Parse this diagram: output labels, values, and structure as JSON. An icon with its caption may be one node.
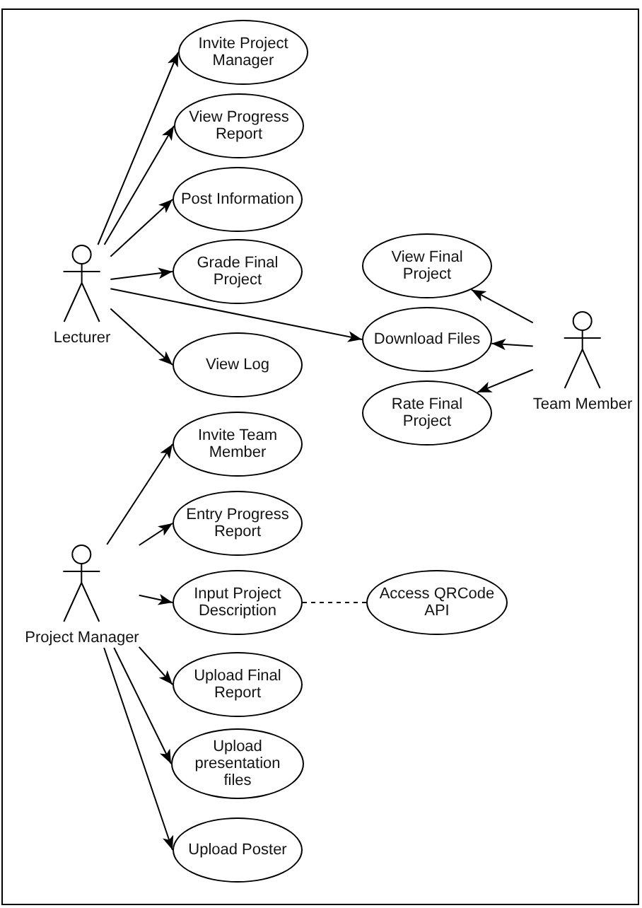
{
  "diagram": {
    "nodes": [
      {
        "text": [
          "Lecturer"
        ]
      },
      {
        "text": [
          "Invite Project Manager"
        ]
      },
      {
        "text": [
          "View Progress Report"
        ]
      },
      {
        "text": [
          "Post Information"
        ]
      },
      {
        "text": [
          "Grade Final Project"
        ]
      },
      {
        "text": [
          "View Log"
        ]
      },
      {
        "text": [
          "View Final Project"
        ]
      },
      {
        "text": [
          "Download Files"
        ]
      },
      {
        "text": [
          "Rate Final Project"
        ]
      },
      {
        "text": [
          "Team Member"
        ]
      },
      {
        "text": [
          "Project Manager"
        ]
      },
      {
        "text": [
          "Invite Team Member"
        ]
      },
      {
        "text": [
          "Entry Progress Report"
        ]
      },
      {
        "text": [
          "Input Project Description"
        ]
      },
      {
        "text": [
          "Access QRCode API"
        ]
      },
      {
        "text": [
          "Upload Final Report"
        ]
      },
      {
        "text": [
          "Upload presentation files"
        ]
      },
      {
        "text": [
          "Upload Poster"
        ]
      }
    ],
    "edges": [
      {
        "from": 0,
        "to": 1,
        "arrow": "to"
      },
      {
        "from": 0,
        "to": 2,
        "arrow": "to"
      },
      {
        "from": 0,
        "to": 3,
        "arrow": "to"
      },
      {
        "from": 0,
        "to": 4,
        "arrow": "to"
      },
      {
        "from": 0,
        "to": 7,
        "arrow": "to"
      },
      {
        "from": 0,
        "to": 5,
        "arrow": "to"
      },
      {
        "from": 9,
        "to": 6,
        "arrow": "to"
      },
      {
        "from": 9,
        "to": 7,
        "arrow": "to"
      },
      {
        "from": 9,
        "to": 8,
        "arrow": "to"
      },
      {
        "from": 10,
        "to": 11,
        "arrow": "to"
      },
      {
        "from": 10,
        "to": 12,
        "arrow": "to"
      },
      {
        "from": 10,
        "to": 13,
        "arrow": "to"
      },
      {
        "from": 10,
        "to": 15,
        "arrow": "to"
      },
      {
        "from": 10,
        "to": 16,
        "arrow": "to"
      },
      {
        "from": 10,
        "to": 17,
        "arrow": "to"
      },
      {
        "from": 13,
        "to": 14,
        "arrow": "none",
        "style": "dashed"
      }
    ]
  }
}
